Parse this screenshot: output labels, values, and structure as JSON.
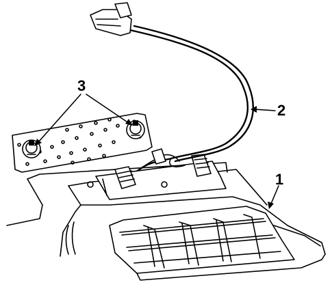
{
  "callouts": {
    "lamp_assembly": "1",
    "wiring_harness": "2",
    "bulb_sockets": "3"
  }
}
